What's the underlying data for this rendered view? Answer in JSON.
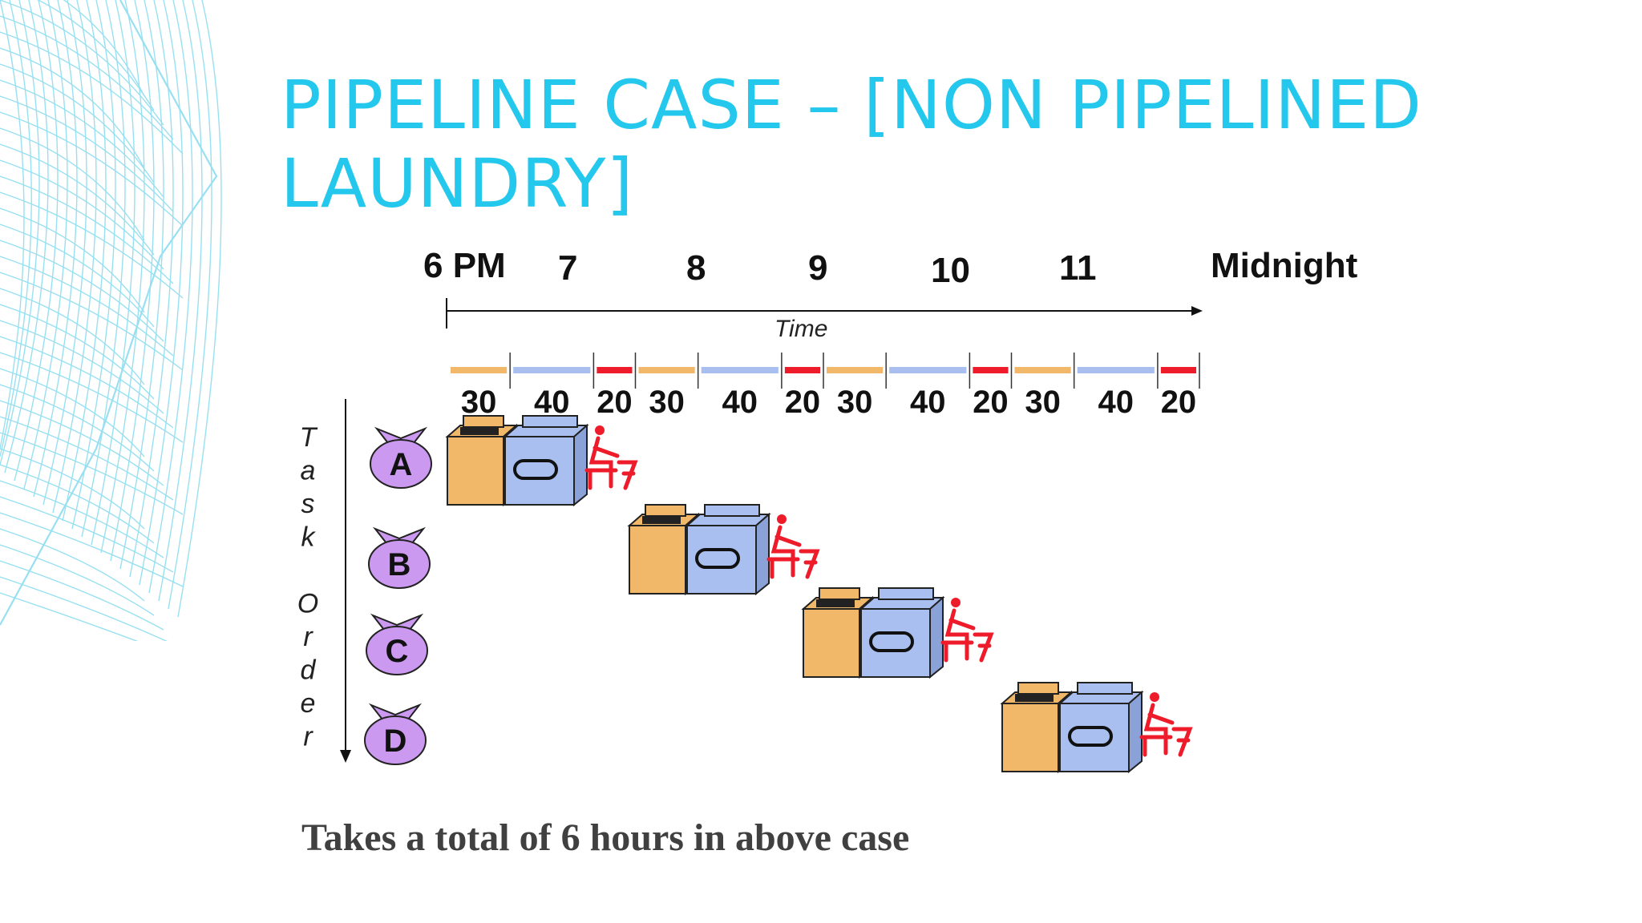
{
  "title": {
    "line1": "PIPELINE CASE – [NON PIPELINED",
    "line2": "LAUNDRY]"
  },
  "caption": "Takes a total of 6 hours in above case",
  "timeline": {
    "hour_labels": [
      "6 PM",
      "7",
      "8",
      "9",
      "10",
      "11",
      "Midnight"
    ],
    "axis_label": "Time",
    "segments": [
      30,
      40,
      20,
      30,
      40,
      20,
      30,
      40,
      20,
      30,
      40,
      20
    ]
  },
  "task_axis_label": [
    "T",
    "a",
    "s",
    "k",
    "",
    "O",
    "r",
    "d",
    "e",
    "r"
  ],
  "tasks": [
    "A",
    "B",
    "C",
    "D"
  ],
  "colors": {
    "title": "#24c8ec",
    "wash": "#f0b868",
    "dry": "#a8bff0",
    "fold": "#ee1c2a",
    "bag": "#cc99f0",
    "mesh": "#7fd9ee"
  }
}
